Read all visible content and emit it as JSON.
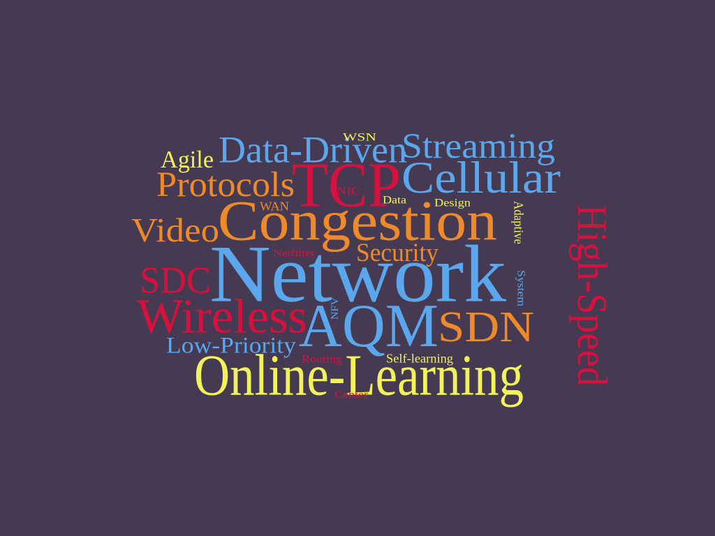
{
  "colors": {
    "background": "#463a52",
    "blue": "#5aa7ee",
    "orange": "#ef8a2a",
    "red": "#d8103e",
    "yellow": "#f2f25a"
  },
  "words": [
    {
      "text": "Network",
      "color": "blue"
    },
    {
      "text": "Congestion",
      "color": "orange"
    },
    {
      "text": "Online-Learning",
      "color": "yellow"
    },
    {
      "text": "AQM",
      "color": "blue"
    },
    {
      "text": "Wireless",
      "color": "red"
    },
    {
      "text": "SDN",
      "color": "orange"
    },
    {
      "text": "TCP",
      "color": "red"
    },
    {
      "text": "Cellular",
      "color": "blue"
    },
    {
      "text": "High-Speed",
      "color": "red"
    },
    {
      "text": "Streaming",
      "color": "blue"
    },
    {
      "text": "Data-Driven",
      "color": "blue"
    },
    {
      "text": "Protocols",
      "color": "orange"
    },
    {
      "text": "Video",
      "color": "orange"
    },
    {
      "text": "SDC",
      "color": "red"
    },
    {
      "text": "Security",
      "color": "orange"
    },
    {
      "text": "Low-Priority",
      "color": "blue"
    },
    {
      "text": "Agile",
      "color": "yellow"
    },
    {
      "text": "WSN",
      "color": "yellow"
    },
    {
      "text": "NIC",
      "color": "red"
    },
    {
      "text": "WAN",
      "color": "orange"
    },
    {
      "text": "Data",
      "color": "yellow"
    },
    {
      "text": "Design",
      "color": "yellow"
    },
    {
      "text": "Adaptive",
      "color": "yellow"
    },
    {
      "text": "Netfilter",
      "color": "red"
    },
    {
      "text": "System",
      "color": "blue"
    },
    {
      "text": "NFV",
      "color": "blue"
    },
    {
      "text": "Routing",
      "color": "red"
    },
    {
      "text": "Self-learning",
      "color": "yellow"
    },
    {
      "text": "Center",
      "color": "red"
    }
  ]
}
